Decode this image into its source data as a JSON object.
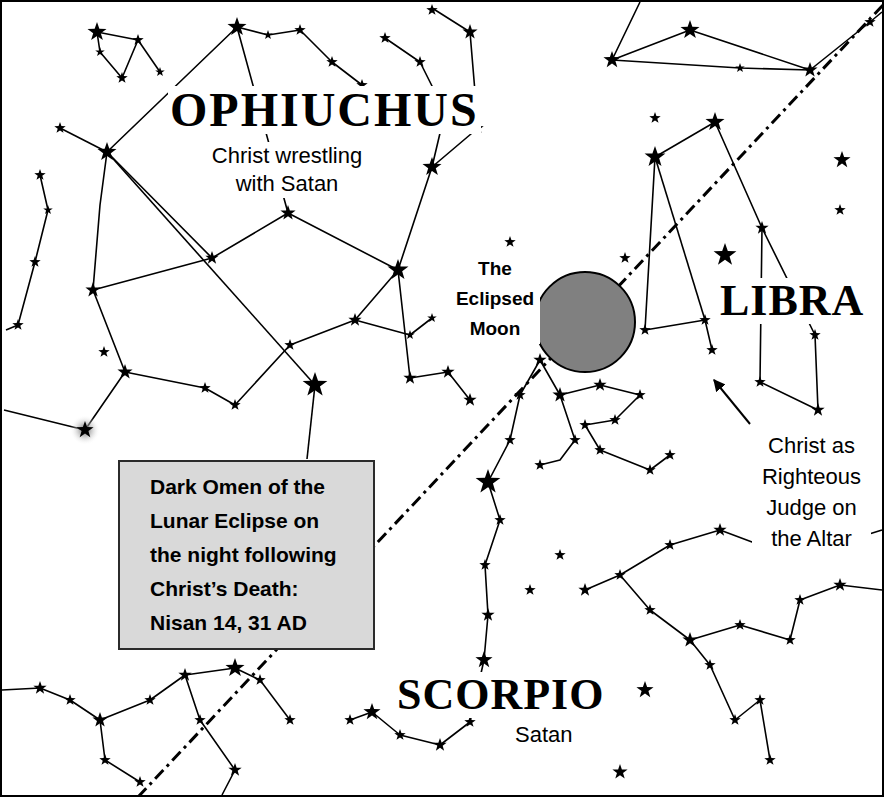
{
  "diagram": {
    "nodes": [
      {
        "text": [
          "The Eclipsed Moon"
        ]
      },
      {
        "text": [
          "Dark Omen of the Lunar Eclipse on the night following Christ’s Death: Nisan 14, 31 AD"
        ]
      }
    ],
    "labels": [
      "OPHIUCHUS",
      "Christ wrestling with Satan",
      "LIBRA",
      "Christ as Righteous Judge on the Altar",
      "SCORPIO",
      "Satan"
    ]
  }
}
